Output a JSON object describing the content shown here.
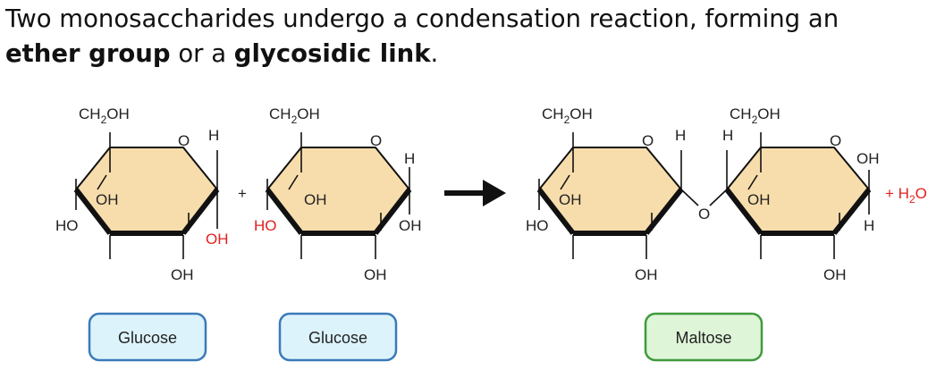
{
  "headline": {
    "part1": "Two monosaccharides undergo a condensation reaction, forming an",
    "bold1": "ether group",
    "part2": " or a ",
    "bold2": "glycosidic link",
    "part3": "."
  },
  "molecules": {
    "glucose1": {
      "ch2oh": "CH",
      "ch2oh_sub": "2",
      "ch2oh_tail": "OH",
      "ring_o": "O",
      "h": "H",
      "oh_center": "OH",
      "ho_left": "HO",
      "oh_right_red": "OH",
      "oh_bottom": "OH"
    },
    "glucose2": {
      "ch2oh": "CH",
      "ch2oh_sub": "2",
      "ch2oh_tail": "OH",
      "ring_o": "O",
      "h": "H",
      "oh_center": "OH",
      "ho_left_red": "HO",
      "oh_right": "OH",
      "oh_bottom": "OH"
    },
    "maltose_left": {
      "ch2oh": "CH",
      "ch2oh_sub": "2",
      "ch2oh_tail": "OH",
      "ring_o": "O",
      "h": "H",
      "oh_center": "OH",
      "ho_left": "HO",
      "oh_bottom": "OH"
    },
    "maltose_right": {
      "ch2oh": "CH",
      "ch2oh_sub": "2",
      "ch2oh_tail": "OH",
      "ring_o": "O",
      "h_left": "H",
      "h_right": "H",
      "oh_top": "OH",
      "oh_center": "OH",
      "oh_bottom": "OH"
    },
    "bridge_o": "O"
  },
  "plus_sign": "+",
  "water": {
    "prefix": "+ H",
    "sub": "2",
    "suffix": "O"
  },
  "captions": {
    "glucose1": "Glucose",
    "glucose2": "Glucose",
    "maltose": "Maltose"
  },
  "colors": {
    "ring_fill": "#f8ddac",
    "glucose_box_fill": "#dcf3fb",
    "glucose_box_stroke": "#3a7ab8",
    "maltose_box_fill": "#dff5d8",
    "maltose_box_stroke": "#3f9a3c",
    "red_text": "#e02020"
  }
}
